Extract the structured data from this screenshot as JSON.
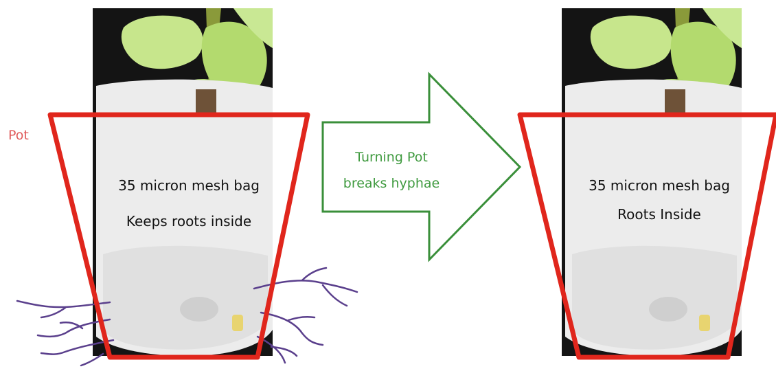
{
  "labels": {
    "pot": "Pot",
    "left_line1": "35 micron mesh bag",
    "left_line2": "Keeps roots inside",
    "arrow_line1": "Turning Pot",
    "arrow_line2": "breaks hyphae",
    "right_line1": "35 micron mesh bag",
    "right_line2": "Roots Inside"
  },
  "colors": {
    "pot_outline": "#e0261c",
    "arrow_outline": "#3a8f3a",
    "hyphae": "#5a3f8c",
    "background_panel": "#141414",
    "mesh_bag": "#eeeeee",
    "leaf": "#bde07a"
  },
  "panels": [
    {
      "name": "before",
      "roots_outside": true
    },
    {
      "name": "after",
      "roots_outside": false
    }
  ]
}
